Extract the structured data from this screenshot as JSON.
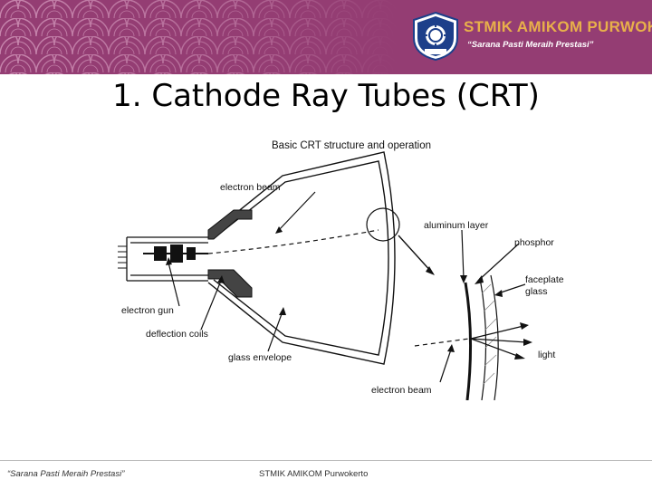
{
  "header": {
    "institution": "STMIK AMIKOM PURWOKERTO",
    "motto": "“Sarana Pasti Meraih Prestasi”",
    "logo_text": "STMIK AMIKOM",
    "banner_color": "#943d73",
    "name_color": "#e8b04a"
  },
  "slide": {
    "title": "1. Cathode Ray Tubes (CRT)"
  },
  "diagram": {
    "caption": "Basic CRT structure and operation",
    "labels": {
      "electron_beam_top": "electron beam",
      "electron_gun": "electron gun",
      "deflection_coils": "deflection coils",
      "glass_envelope": "glass envelope",
      "aluminum_layer": "aluminum layer",
      "phosphor": "phosphor",
      "faceplate_glass_1": "faceplate",
      "faceplate_glass_2": "glass",
      "light": "light",
      "electron_beam_bottom": "electron beam"
    }
  },
  "footer": {
    "motto": "“Sarana Pasti Meraih Prestasi”",
    "institution": "STMIK AMIKOM Purwokerto"
  }
}
